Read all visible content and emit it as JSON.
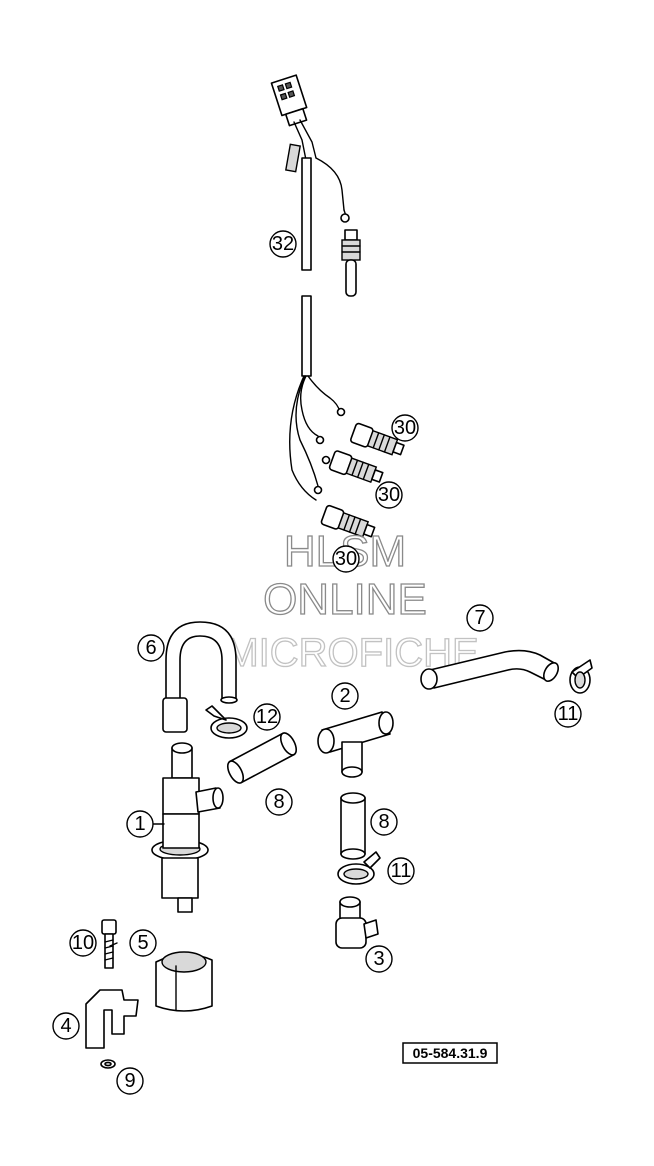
{
  "callouts": {
    "c1": "1",
    "c2": "2",
    "c3": "3",
    "c4": "4",
    "c5": "5",
    "c6": "6",
    "c7": "7",
    "c8a": "8",
    "c8b": "8",
    "c9": "9",
    "c10": "10",
    "c11a": "11",
    "c11b": "11",
    "c12": "12",
    "c30a": "30",
    "c30b": "30",
    "c30c": "30",
    "c32": "32"
  },
  "watermark": {
    "line1": "HLSM",
    "line2": "ONLINE",
    "line3": "MICROFICHE"
  },
  "reference_number": "05-584.31.9"
}
